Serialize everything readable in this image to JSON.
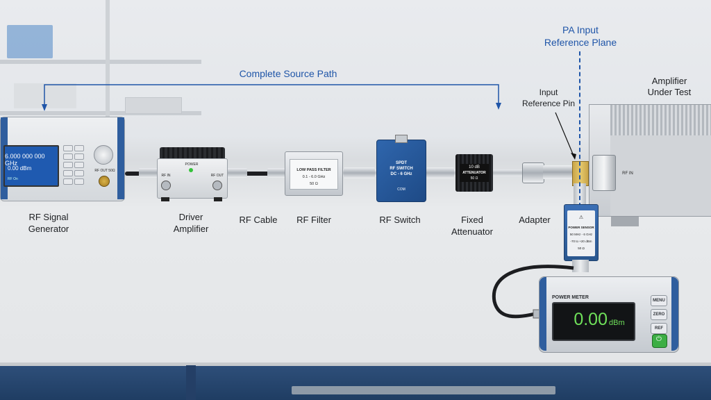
{
  "labels": {
    "complete_source_path": "Complete Source Path",
    "pa_input_reference_plane_1": "PA Input",
    "pa_input_reference_plane_2": "Reference Plane",
    "input_reference_pin_1": "Input",
    "input_reference_pin_2": "Reference Pin",
    "amplifier_under_test_1": "Amplifier",
    "amplifier_under_test_2": "Under Test",
    "rf_signal_generator_1": "RF Signal",
    "rf_signal_generator_2": "Generator",
    "driver_amplifier_1": "Driver",
    "driver_amplifier_2": "Amplifier",
    "rf_cable": "RF Cable",
    "rf_filter": "RF Filter",
    "rf_switch": "RF Switch",
    "fixed_attenuator_1": "Fixed",
    "fixed_attenuator_2": "Attenuator",
    "adapter": "Adapter"
  },
  "signal_generator": {
    "frequency": "6.000 000 000 GHz",
    "power": "0.00 dBm",
    "status_rf": "RF",
    "status_on": "On",
    "output_label": "RF OUT 50Ω"
  },
  "driver_amp": {
    "power": "POWER",
    "rf_in": "RF IN",
    "rf_out": "RF OUT"
  },
  "filter": {
    "title": "LOW PASS FILTER",
    "range": "0.1 - 6.0 GHz",
    "impedance": "50 Ω"
  },
  "switch": {
    "line1": "SPDT",
    "line2": "RF SWITCH",
    "line3": "DC - 6 GHz",
    "com": "COM"
  },
  "attenuator": {
    "value": "10 dB",
    "label": "ATTENUATOR",
    "impedance": "50 Ω"
  },
  "dut": {
    "rf_in": "RF IN"
  },
  "power_sensor": {
    "title": "POWER SENSOR",
    "freq": "50 MHz - 6 GHz",
    "range": "-70 to +20 dBm",
    "impedance": "50 Ω"
  },
  "power_meter": {
    "title": "POWER METER",
    "reading": "0.00",
    "unit": "dBm",
    "btn_menu": "MENU",
    "btn_zero": "ZERO",
    "btn_ref": "REF"
  },
  "colors": {
    "accent": "#1f55a8",
    "readout_green": "#6fe05a",
    "equipment_blue": "#2f5e9e"
  }
}
